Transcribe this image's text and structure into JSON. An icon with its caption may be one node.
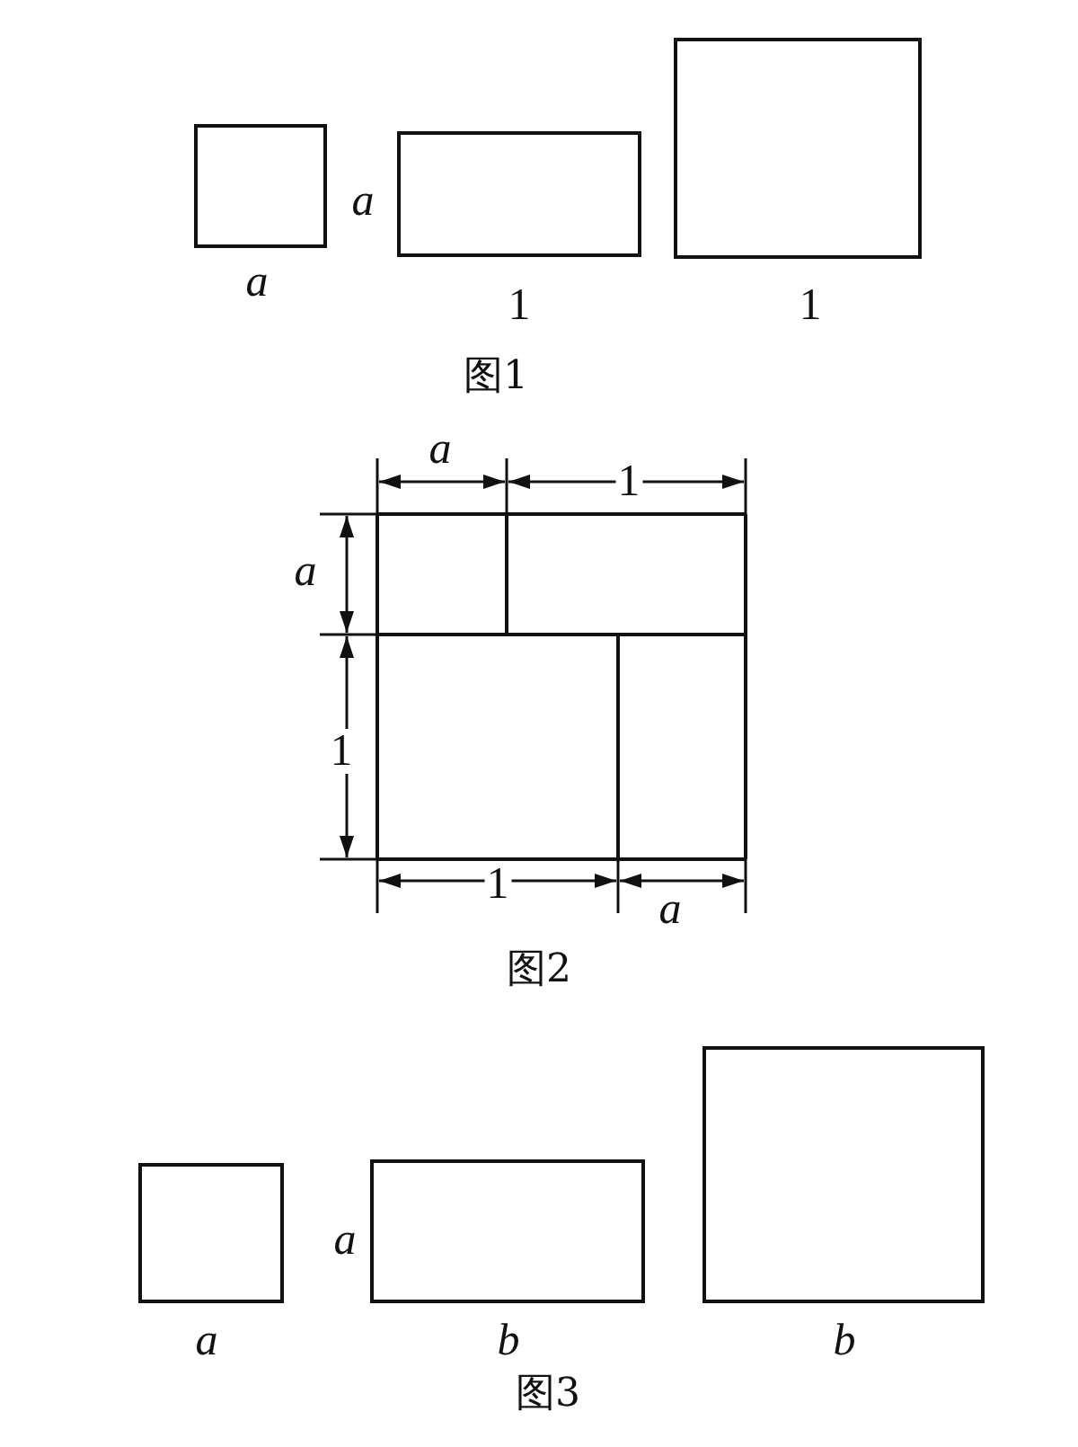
{
  "diagram": {
    "nodes": [
      {
        "text": [],
        "shape": "box"
      },
      {
        "text": [],
        "shape": "box"
      },
      {
        "text": [],
        "shape": "box"
      },
      {
        "text": [],
        "shape": "box"
      },
      {
        "text": [],
        "shape": "box"
      },
      {
        "text": [],
        "shape": "box"
      }
    ],
    "labels": [
      "a",
      "a",
      "1",
      "1",
      "图1",
      "a",
      "1",
      "a",
      "1",
      "1",
      "a",
      "图2",
      "a",
      "a",
      "b",
      "b",
      "图3"
    ]
  }
}
